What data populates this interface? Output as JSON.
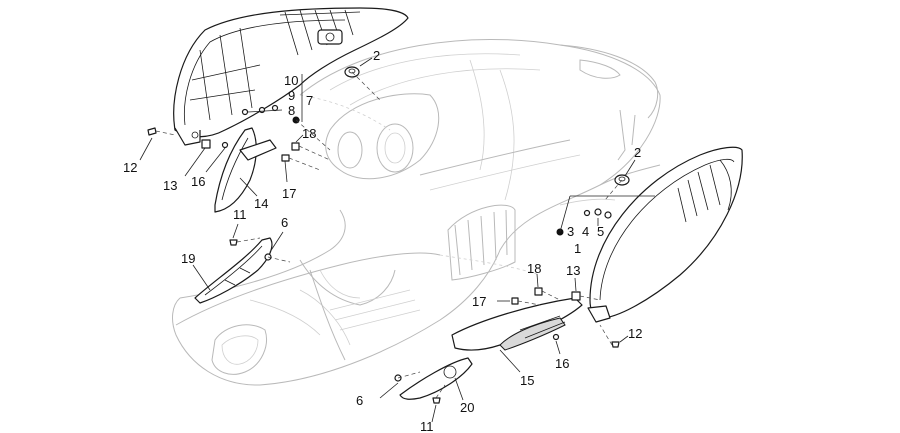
{
  "callouts": [
    {
      "id": "c2a",
      "label": "2"
    },
    {
      "id": "c10",
      "label": "10"
    },
    {
      "id": "c9",
      "label": "9"
    },
    {
      "id": "c8",
      "label": "8"
    },
    {
      "id": "c7",
      "label": "7"
    },
    {
      "id": "c18a",
      "label": "18"
    },
    {
      "id": "c12a",
      "label": "12"
    },
    {
      "id": "c13a",
      "label": "13"
    },
    {
      "id": "c16a",
      "label": "16"
    },
    {
      "id": "c17a",
      "label": "17"
    },
    {
      "id": "c14",
      "label": "14"
    },
    {
      "id": "c11a",
      "label": "11"
    },
    {
      "id": "c6a",
      "label": "6"
    },
    {
      "id": "c19",
      "label": "19"
    },
    {
      "id": "c2b",
      "label": "2"
    },
    {
      "id": "c3",
      "label": "3"
    },
    {
      "id": "c4",
      "label": "4"
    },
    {
      "id": "c5",
      "label": "5"
    },
    {
      "id": "c1",
      "label": "1"
    },
    {
      "id": "c18b",
      "label": "18"
    },
    {
      "id": "c13b",
      "label": "13"
    },
    {
      "id": "c17b",
      "label": "17"
    },
    {
      "id": "c12b",
      "label": "12"
    },
    {
      "id": "c16b",
      "label": "16"
    },
    {
      "id": "c15",
      "label": "15"
    },
    {
      "id": "c6b",
      "label": "6"
    },
    {
      "id": "c20",
      "label": "20"
    },
    {
      "id": "c11b",
      "label": "11"
    }
  ]
}
